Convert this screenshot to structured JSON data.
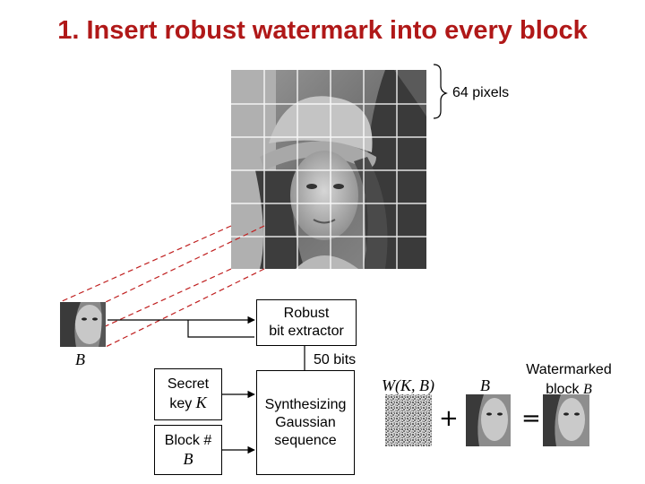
{
  "title": "1. Insert robust watermark into every block",
  "image_size_label": "64 pixels",
  "block_label": "B",
  "bits_label": "50 bits",
  "extractor": {
    "line1": "Robust",
    "line2": "bit extractor"
  },
  "secret_key": {
    "line1": "Secret",
    "line2_prefix": "key ",
    "line2_var": "K"
  },
  "block_number": {
    "line1": "Block #",
    "line2": "B"
  },
  "synth": {
    "line1": "Synthesizing",
    "line2": "Gaussian",
    "line3": "sequence"
  },
  "watermark_label": "W(K, B)",
  "block_b_label": "B",
  "watermarked": {
    "line1": "Watermarked",
    "line2_prefix": "block ",
    "line2_var": "B"
  },
  "plus": "+",
  "equals": "=",
  "colors": {
    "title": "#b01818",
    "dashed": "#c02020"
  }
}
